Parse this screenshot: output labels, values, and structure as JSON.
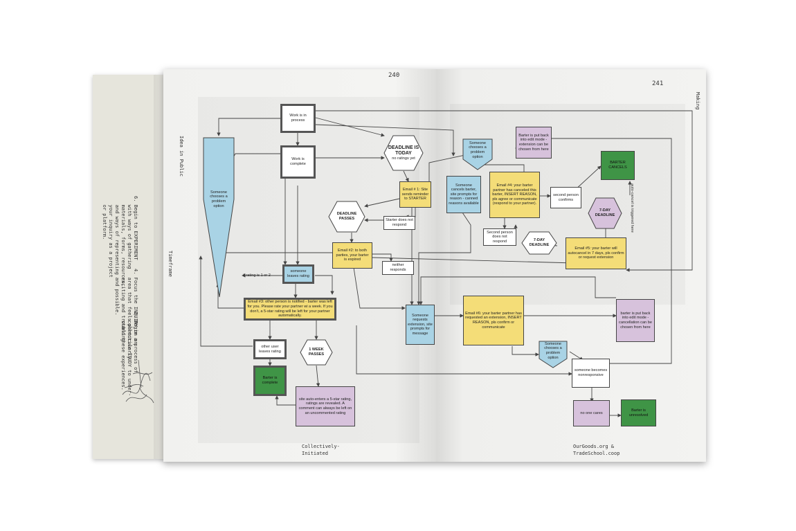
{
  "pages": {
    "left_number": "240",
    "right_number": "241"
  },
  "running_heads": {
    "left_vertical": "Idea in Public",
    "left_vertical_2": "Timeframe",
    "right_vertical": "Making"
  },
  "footers": {
    "left": "Collectively-\nInitiated",
    "right": "OurGoods.org &\nTradeSchool.coop"
  },
  "back_page": {
    "steps": [
      "6. Begin to EXPERIMENT\n   with ways of gathering\n   materials, forms, resources,\n   and ways of representing\n   your inquiry as a project\n   or platform.",
      "4. Focus the INQUIRY on an\n   area that feels particularly\n   exciting and troubling\n   and possible.",
      "2. Begin a process of\n   collective STUDY to under-\n   stand these experiences."
    ]
  },
  "flow": {
    "work_in_process": "Work is in process",
    "work_complete": "Work is complete",
    "someone_chooses_left": "Someone chooses a problem option",
    "deadline_today_title": "DEADLINE IS TODAY",
    "deadline_today_sub": "no ratings yet",
    "email1": "Email # 1: Site sends reminder to STARTER",
    "deadline_passes": "DEADLINE PASSES",
    "starter_no_respond": "Starter does not respond",
    "email2": "Email #2: to both parties, your barter is expired",
    "neither_responds": "neither responds",
    "someone_leaves_rating": "someone leaves rating",
    "if_rating": "if rating is 1 or 2",
    "email3": "Email #3: other person is notified - barter was left for you. Please rate your partner wi a week. If you don't, a 5-star rating will be left for your partner automatically.",
    "other_user_rating": "other user leaves rating",
    "one_week_passes": "1 WEEK PASSES",
    "barter_complete": "Barter is complete",
    "site_auto_enters": "site auto-enters a 5-star rating, ratings are revealed. A comment can always be left on an uncommented rating",
    "someone_chooses_top": "Someone chooses a problem option",
    "someone_cancels": "Someone cancels barter, site prompts for reason - canned reasons available",
    "barter_edit_mode_top": "Barter is put back into edit mode - extension can be chosen from here",
    "email4": "Email #4: your barter partner has canceled this barter, INSERT REASON, pls agree or communicate (respond to your partner).",
    "second_person_confirms": "second person confirms",
    "barter_cancels": "BARTER CANCELS",
    "auto_cancel_note": "auto-cancel is triggered here",
    "seven_day_deadline_a": "7-DAY DEADLINE",
    "second_person_no_respond": "Second person does not respond",
    "seven_day_deadline_b": "7-DAY DEADLINE",
    "email5": "Email #5: your barter will autocancel in 7 days, pls confirm or request extension",
    "someone_requests_ext": "Someone requests extension, site prompts for message",
    "email6": "Email #6: your barter partner has requested an extension, INSERT REASON, pls confirm or communicate",
    "barter_edit_mode_right": "barter is put back into edit mode - cancellation can be chosen from here",
    "someone_chooses_bottom": "Someone chooses a problem option",
    "someone_nonresponsive": "someone becomes nonresponsive",
    "no_one_cares": "no one cares",
    "barter_unresolved": "Barter is unresolved"
  },
  "colors": {
    "blue": "#a9d3e5",
    "yellow": "#f4dd78",
    "purple": "#d7c2dc",
    "green": "#3f9446",
    "line": "#444444"
  }
}
